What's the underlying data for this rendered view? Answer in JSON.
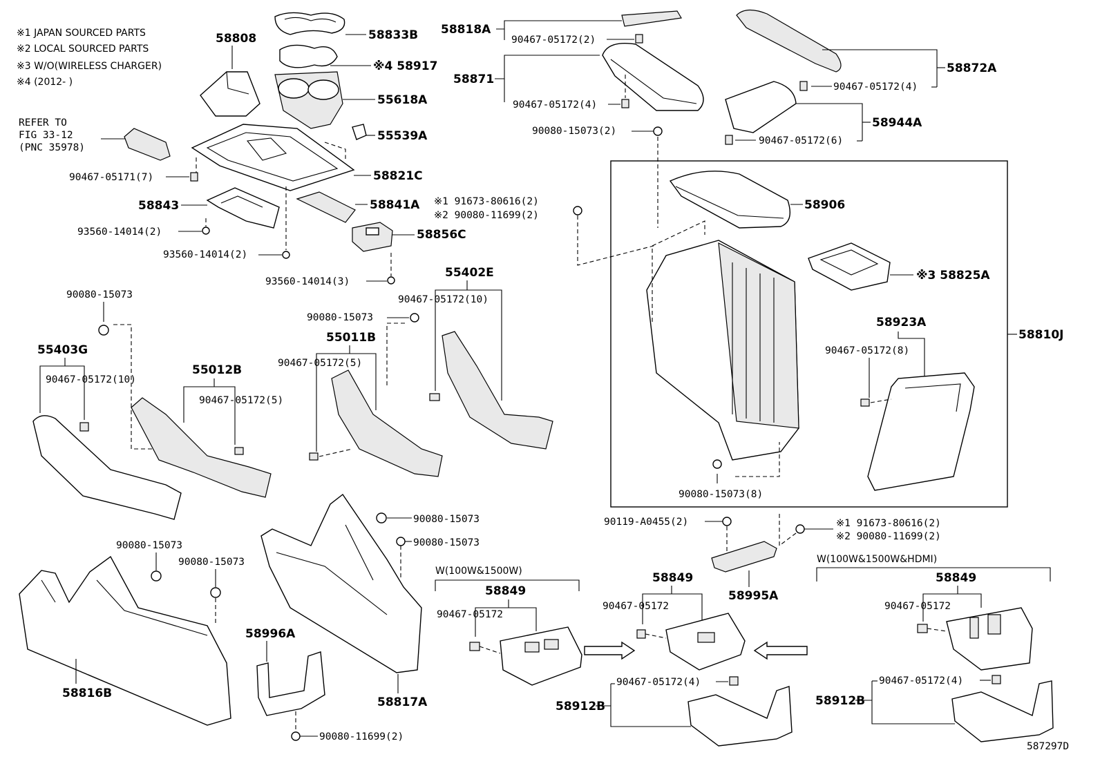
{
  "notes": [
    "※1 JAPAN SOURCED PARTS",
    "※2 LOCAL SOURCED PARTS",
    "※3 W/O(WIRELESS CHARGER)",
    "※4 (2012-     )"
  ],
  "refer": [
    "REFER TO",
    "FIG 33-12",
    "(PNC 35978)"
  ],
  "labels": {
    "p58808": "58808",
    "p58833B": "58833B",
    "p58917": "※4 58917",
    "p55618A": "55618A",
    "p55539A": "55539A",
    "p58821C": "58821C",
    "p90467_05171": "90467-05171(7)",
    "p58843": "58843",
    "p58841A": "58841A",
    "p93560_a": "93560-14014(2)",
    "p93560_b": "93560-14014(2)",
    "p58856C": "58856C",
    "p93560_c": "93560-14014(3)",
    "p58818A": "58818A",
    "p90467_2a": "90467-05172(2)",
    "p58871": "58871",
    "p90467_4a": "90467-05172(4)",
    "p90080_2": "90080-15073(2)",
    "p58872A": "58872A",
    "p90467_4b": "90467-05172(4)",
    "p58944A": "58944A",
    "p90467_6": "90467-05172(6)",
    "p91673_a": "※1 91673-80616(2)",
    "p90080_11699_a": "※2 90080-11699(2)",
    "p58906": "58906",
    "p58825A": "※3 58825A",
    "p58810J": "58810J",
    "p58923A": "58923A",
    "p90467_8": "90467-05172(8)",
    "p90080_8": "90080-15073(8)",
    "p90080_top": "90080-15073",
    "p55403G": "55403G",
    "p90467_10a": "90467-05172(10)",
    "p55012B": "55012B",
    "p90467_5a": "90467-05172(5)",
    "p90080_mid": "90080-15073",
    "p55011B": "55011B",
    "p90467_5b": "90467-05172(5)",
    "p55402E": "55402E",
    "p90467_10b": "90467-05172(10)",
    "p90080_c1": "90080-15073",
    "p90080_c2": "90080-15073",
    "p90080_c3": "90080-15073",
    "p90080_c4": "90080-15073",
    "p58816B": "58816B",
    "p58996A": "58996A",
    "p90080_11699_b": "90080-11699(2)",
    "p58817A": "58817A",
    "p90119": "90119-A0455(2)",
    "p91673_b": "※1 91673-80616(2)",
    "p90080_11699_c": "※2 90080-11699(2)",
    "p58995A": "58995A",
    "w1": "W(100W&1500W)",
    "p58849_a": "58849",
    "p90467_a": "90467-05172",
    "p58849_b": "58849",
    "p90467_b": "90467-05172",
    "p90467_4c": "90467-05172(4)",
    "p58912B_a": "58912B",
    "w2": "W(100W&1500W&HDMI)",
    "p58849_c": "58849",
    "p90467_c": "90467-05172",
    "p90467_4d": "90467-05172(4)",
    "p58912B_b": "58912B",
    "figno": "587297D"
  }
}
